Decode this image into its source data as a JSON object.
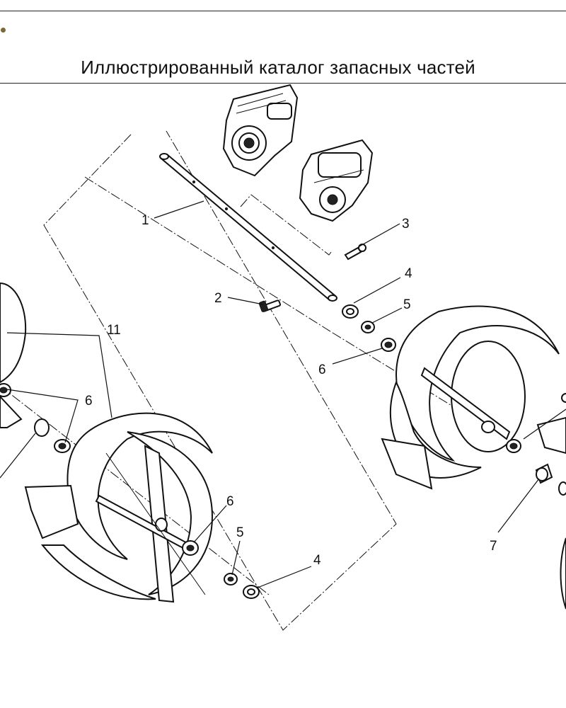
{
  "header": {
    "title": "Иллюстрированный каталог запасных частей"
  },
  "diagram": {
    "callouts": [
      {
        "number": "1"
      },
      {
        "number": "2"
      },
      {
        "number": "3"
      },
      {
        "number": "4"
      },
      {
        "number": "5"
      },
      {
        "number": "6"
      },
      {
        "number": "11"
      },
      {
        "number": "6"
      },
      {
        "number": "6"
      },
      {
        "number": "5"
      },
      {
        "number": "4"
      },
      {
        "number": "7"
      }
    ]
  }
}
